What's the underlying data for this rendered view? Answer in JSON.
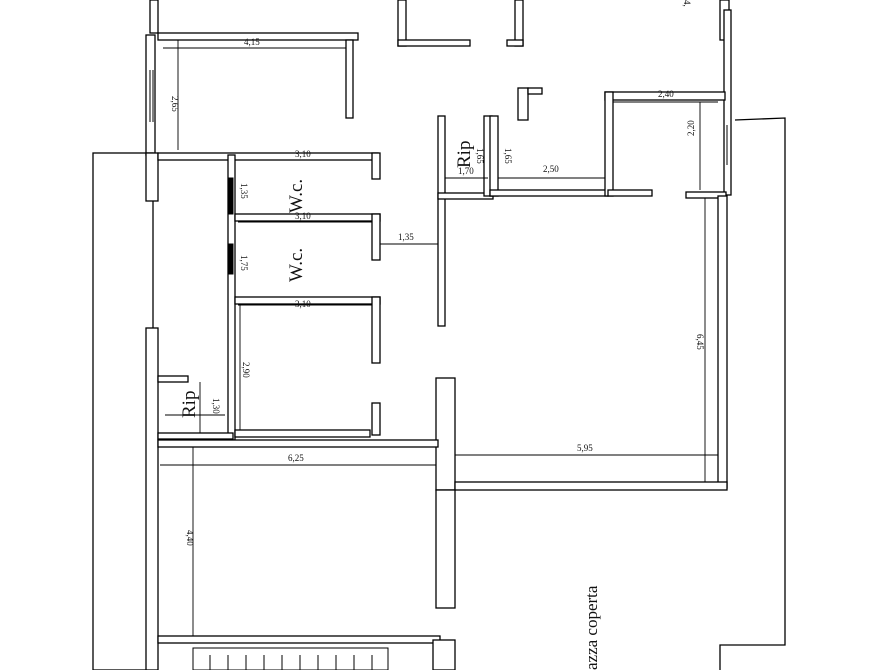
{
  "labels": {
    "wc_upper": "W.c.",
    "wc_lower": "W.c.",
    "rip_top": "Rip",
    "rip_left": "Rip",
    "terrace": "azza coperta"
  },
  "dimensions": {
    "d_4_15": "4,15",
    "d_2_65": "2,65",
    "d_3_10_a": "3,10",
    "d_1_35_a": "1,35",
    "d_3_10_b": "3,10",
    "d_1_75": "1,75",
    "d_3_10_c": "3,10",
    "d_2_90": "2,90",
    "d_1_30": "1,30",
    "d_1_35_b": "1,35",
    "d_1_65_a": "1,65",
    "d_1_70": "1,70",
    "d_1_65_b": "1,65",
    "d_2_50": "2,50",
    "d_2_40": "2,40",
    "d_2_20": "2,20",
    "d_6_45": "6,45",
    "d_5_95": "5,95",
    "d_6_25": "6,25",
    "d_4_40": "4,40",
    "d_top_right": "4,"
  }
}
